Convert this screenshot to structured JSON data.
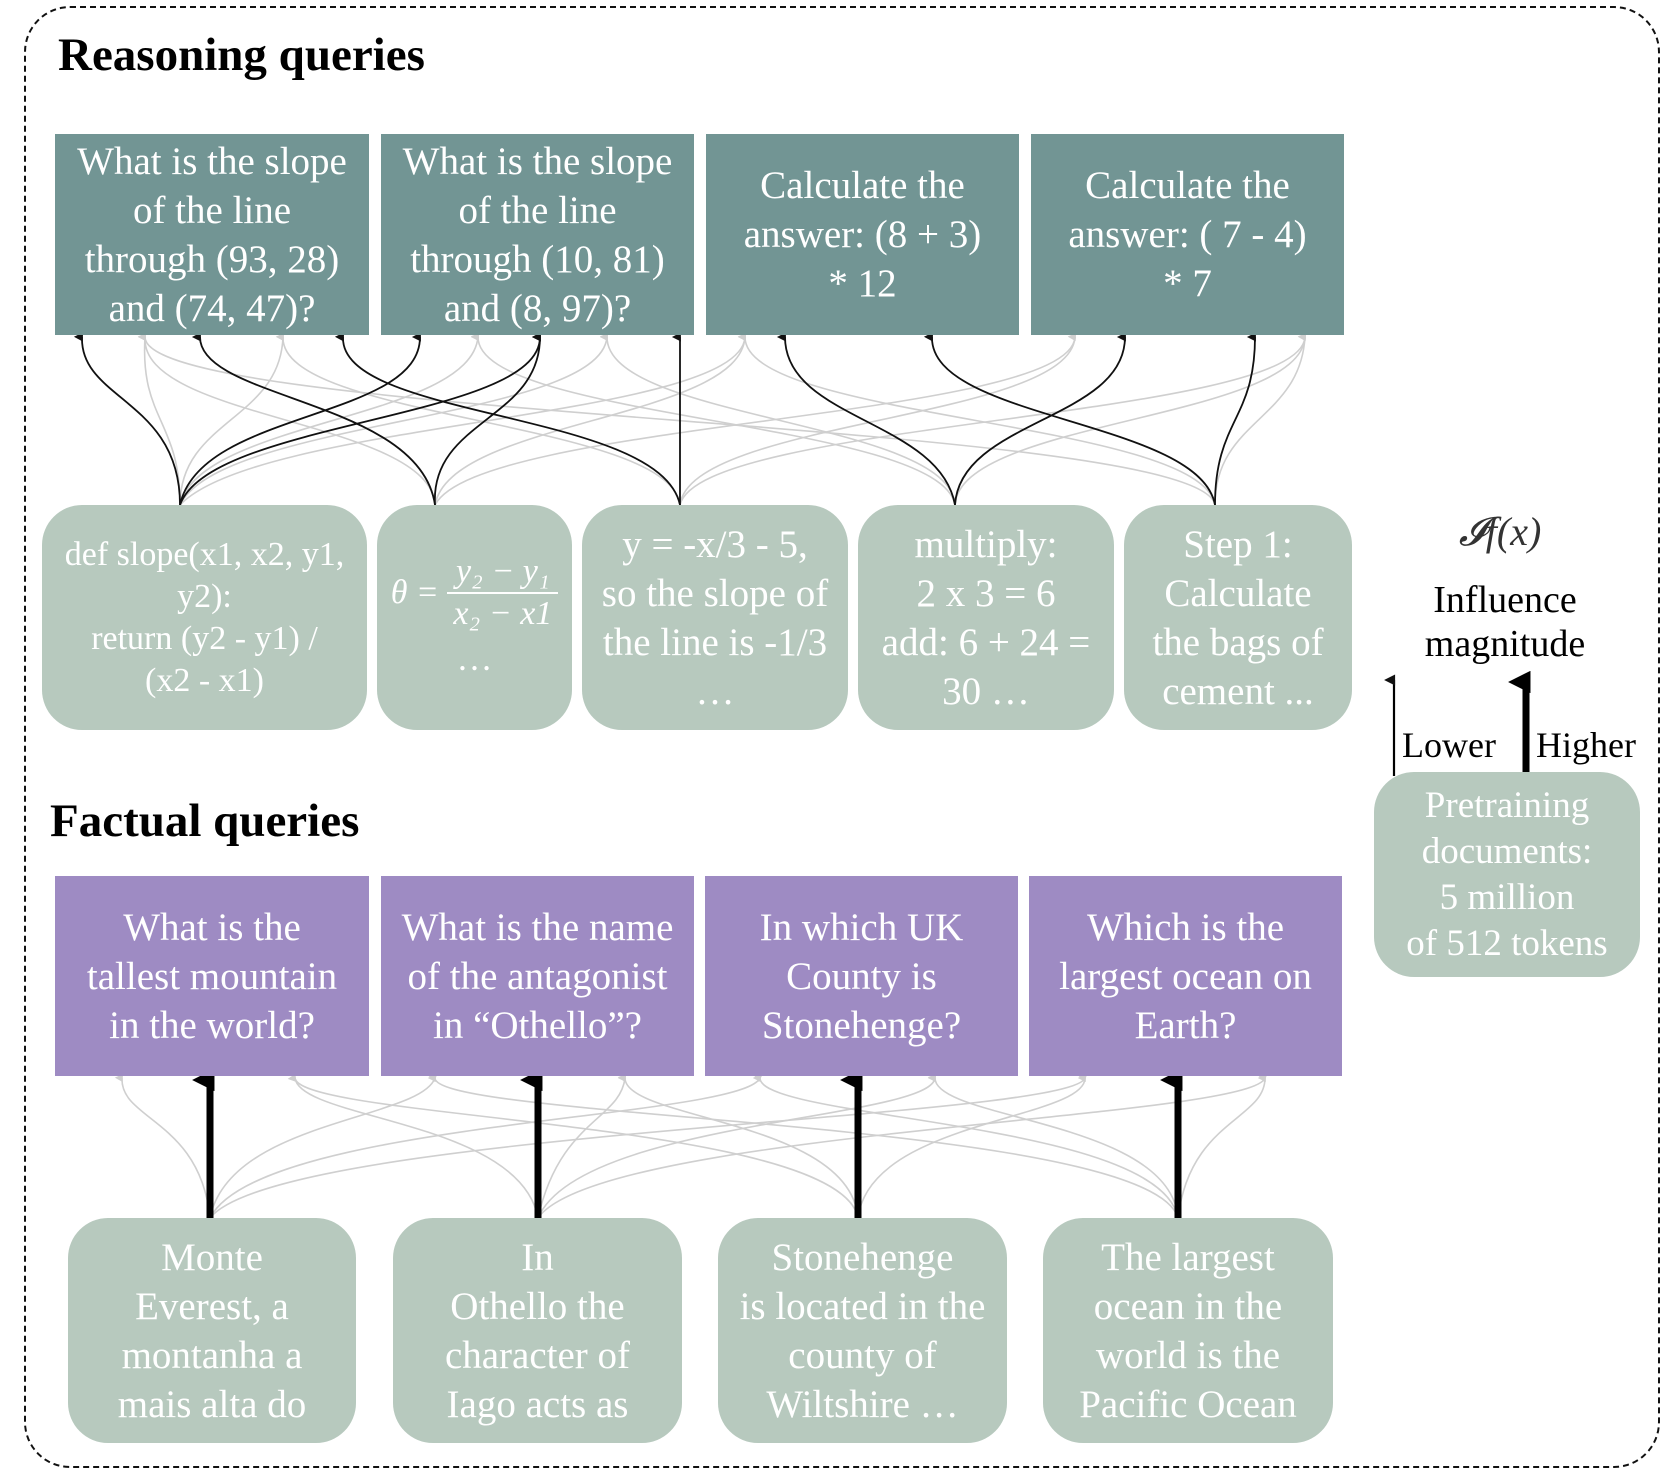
{
  "reasoning": {
    "title": "Reasoning queries",
    "queries": [
      {
        "id": "slope-1",
        "text": "What is the slope\nof the line\nthrough (93, 28)\nand (74, 47)?"
      },
      {
        "id": "slope-2",
        "text": "What is the slope\nof the line\nthrough (10, 81)\nand (8, 97)?"
      },
      {
        "id": "calc-1",
        "text": "Calculate the\nanswer: (8 + 3)\n* 12"
      },
      {
        "id": "calc-2",
        "text": "Calculate the\nanswer: ( 7 - 4)\n* 7"
      }
    ],
    "documents": [
      {
        "id": "code",
        "text": "def slope(x1, x2, y1,\ny2):\n    return (y2 - y1) /\n(x2 - x1)"
      },
      {
        "id": "formula",
        "theta": "θ =",
        "numerator": "y₂ − y₁",
        "denominator": "x₂ − x1",
        "ellipsis": "…"
      },
      {
        "id": "line",
        "text": "y = -x/3 - 5,\nso the slope of\nthe line is -1/3\n…"
      },
      {
        "id": "multiply",
        "text": "multiply:\n2 x 3 = 6\nadd: 6 + 24 =\n30 …"
      },
      {
        "id": "steps",
        "text": "Step 1:\nCalculate\nthe bags of\ncement ..."
      }
    ]
  },
  "factual": {
    "title": "Factual queries",
    "queries": [
      {
        "id": "everest",
        "text": "What is the\ntallest mountain\nin the world?"
      },
      {
        "id": "othello",
        "text": "What is the name\nof the antagonist\nin “Othello”?"
      },
      {
        "id": "stonehenge",
        "text": "In which UK\nCounty is\nStonehenge?"
      },
      {
        "id": "ocean",
        "text": "Which is the\nlargest ocean on\nEarth?"
      }
    ],
    "documents": [
      {
        "id": "everest-doc",
        "text": "Monte\nEverest, a\nmontanha a\nmais alta do"
      },
      {
        "id": "othello-doc",
        "text": "In\nOthello the\ncharacter of\nIago acts as"
      },
      {
        "id": "stonehenge-doc",
        "text": "Stonehenge\nis located in the\ncounty of\nWiltshire …"
      },
      {
        "id": "ocean-doc",
        "text": "The largest\nocean in the\nworld is the\nPacific Ocean"
      }
    ]
  },
  "legend": {
    "symbol": "𝓘f(x)",
    "title": "Influence\nmagnitude",
    "lower": "Lower",
    "higher": "Higher",
    "pretraining": "Pretraining\ndocuments:\n5 million\nof 512 tokens"
  },
  "colors": {
    "reasoning_query": "#729594",
    "factual_query": "#9e8bc3",
    "document": "#b7c9be",
    "strong_link": "#000000",
    "medium_link": "#111111",
    "weak_link": "#cfcfcf"
  }
}
